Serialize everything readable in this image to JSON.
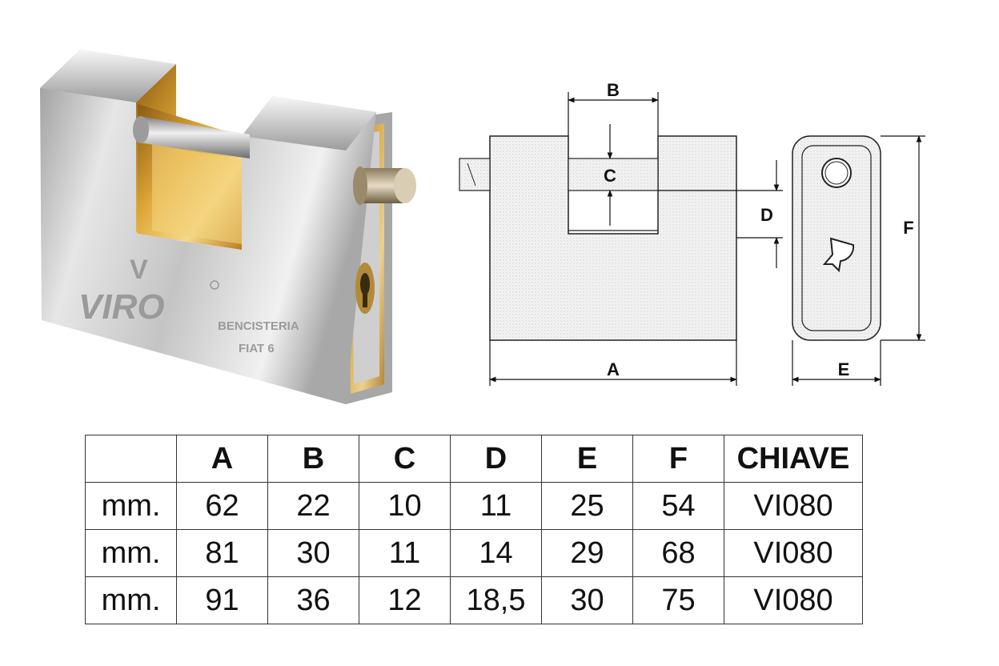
{
  "photo": {
    "brand": "VIRO",
    "logo_mark": "V",
    "engraving_line1": "BENCISTERIA",
    "engraving_line2": "FIAT 6"
  },
  "diagram": {
    "labels": {
      "a": "A",
      "b": "B",
      "c": "C",
      "d": "D",
      "e": "E",
      "f": "F"
    }
  },
  "table": {
    "headers": [
      "",
      "A",
      "B",
      "C",
      "D",
      "E",
      "F",
      "CHIAVE"
    ],
    "rows": [
      [
        "mm.",
        "62",
        "22",
        "10",
        "11",
        "25",
        "54",
        "VI080"
      ],
      [
        "mm.",
        "81",
        "30",
        "11",
        "14",
        "29",
        "68",
        "VI080"
      ],
      [
        "mm.",
        "91",
        "36",
        "12",
        "18,5",
        "30",
        "75",
        "VI080"
      ]
    ]
  }
}
